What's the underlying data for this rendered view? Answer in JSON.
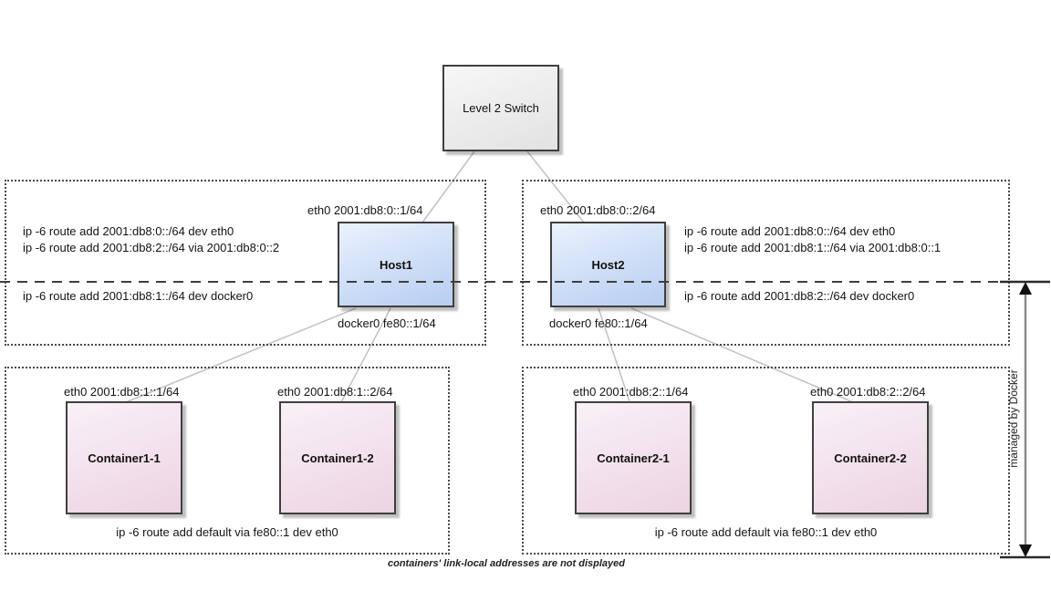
{
  "diagram": {
    "switch_label": "Level 2 Switch",
    "hosts": [
      {
        "label": "Host1",
        "eth0": "eth0 2001:db8:0::1/64",
        "docker0": "docker0 fe80::1/64",
        "routes_upper": [
          "ip -6 route add 2001:db8:0::/64 dev eth0",
          "ip -6 route add 2001:db8:2::/64 via 2001:db8:0::2"
        ],
        "routes_lower": [
          "ip -6 route add 2001:db8:1::/64 dev docker0"
        ]
      },
      {
        "label": "Host2",
        "eth0": "eth0 2001:db8:0::2/64",
        "docker0": "docker0 fe80::1/64",
        "routes_upper": [
          "ip -6 route add 2001:db8:0::/64 dev eth0",
          "ip -6 route add 2001:db8:1::/64 via 2001:db8:0::1"
        ],
        "routes_lower": [
          "ip -6 route add 2001:db8:2::/64 dev docker0"
        ]
      }
    ],
    "containers": [
      {
        "label": "Container1-1",
        "eth0": "eth0 2001:db8:1::1/64"
      },
      {
        "label": "Container1-2",
        "eth0": "eth0 2001:db8:1::2/64"
      },
      {
        "label": "Container2-1",
        "eth0": "eth0 2001:db8:2::1/64"
      },
      {
        "label": "Container2-2",
        "eth0": "eth0 2001:db8:2::2/64"
      }
    ],
    "container_route": "ip -6 route add default via fe80::1 dev eth0",
    "managed_by": "managed by Docker",
    "caption": "containers' link-local addresses are not displayed",
    "colors": {
      "host_fill_top": "#eaf2fd",
      "host_fill_bottom": "#b7cdf1",
      "container_fill_top": "#f9f1f7",
      "container_fill_bottom": "#ecd3e1",
      "switch_fill_top": "#f7f7f7",
      "switch_fill_bottom": "#e2e2e2",
      "box_border": "#3f3f3f",
      "connector_gray": "#c2c2c2",
      "dashed_line": "#3f3f3f",
      "dotted_border": "#4a4a4a",
      "arrow_line": "#8a8a8a",
      "arrow_head": "#111111"
    }
  }
}
